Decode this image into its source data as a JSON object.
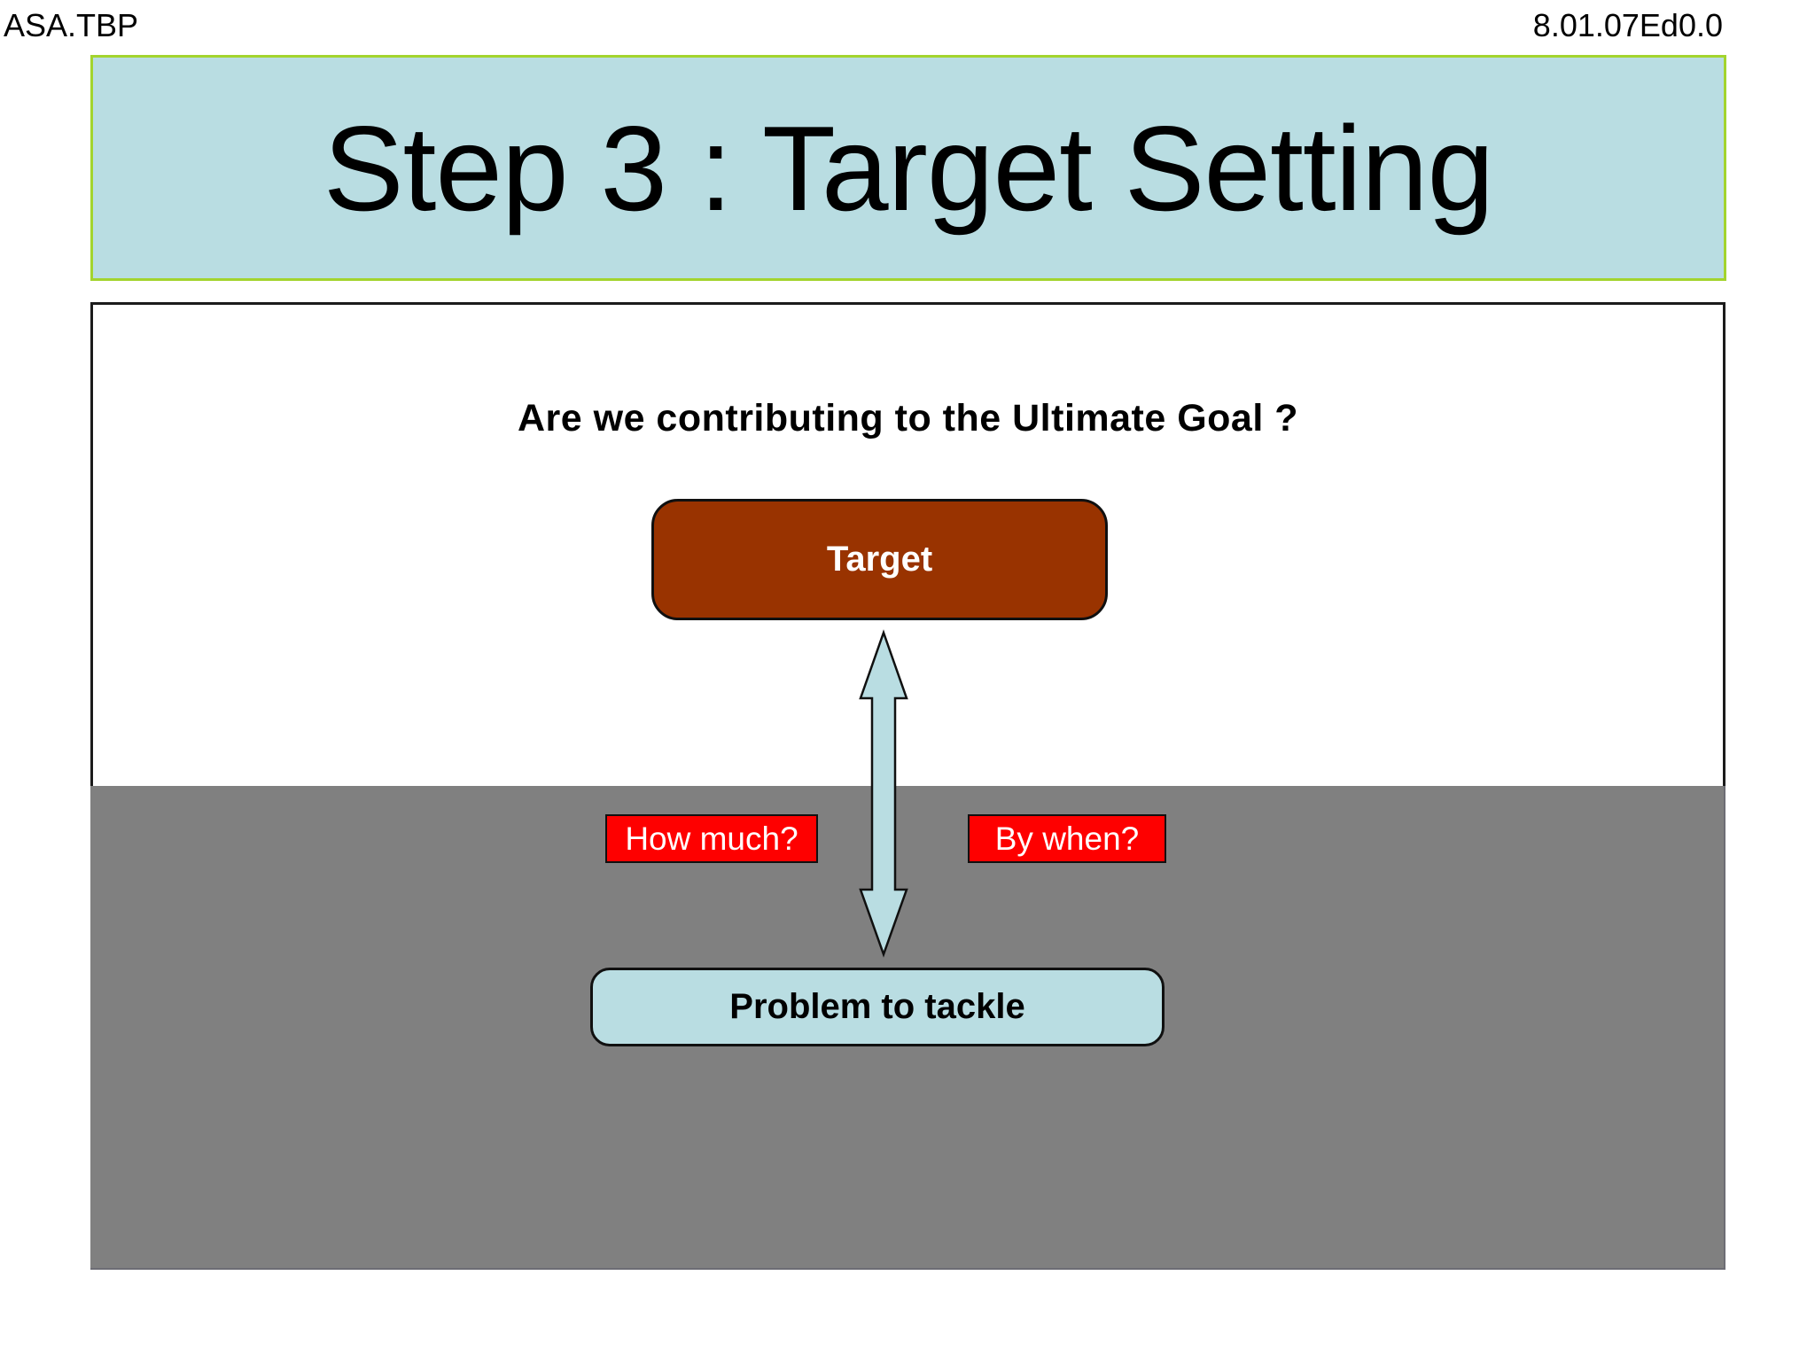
{
  "header": {
    "left_code": "ASA.TBP",
    "right_code": "8.01.07Ed0.0"
  },
  "title": {
    "text": "Step 3 : Target Setting"
  },
  "diagram": {
    "question": "Are we contributing to the Ultimate Goal ?",
    "target_label": "Target",
    "how_much_label": "How much?",
    "by_when_label": "By when?",
    "problem_label": "Problem to tackle"
  },
  "colors": {
    "title_bg": "#b9dde2",
    "title_border": "#a3d42e",
    "target_bg": "#993300",
    "gray_bg": "#808080",
    "red_bg": "#fe0000",
    "problem_bg": "#b9dde2",
    "arrow_fill": "#b9dde2"
  }
}
